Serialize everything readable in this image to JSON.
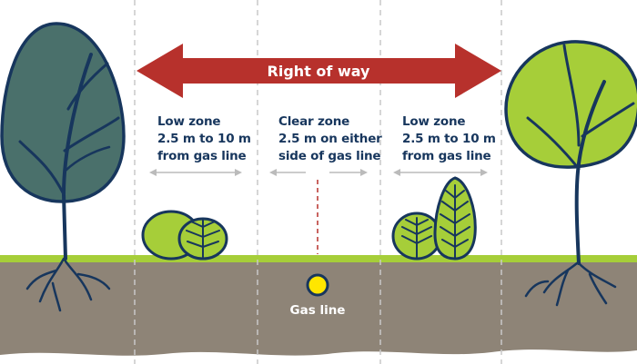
{
  "arrow": {
    "label": "Right of way"
  },
  "zones": {
    "left": {
      "lines": [
        "Low zone",
        "2.5 m to 10 m",
        "from gas line"
      ]
    },
    "middle": {
      "lines": [
        "Clear zone",
        "2.5 m on either",
        "side of gas line"
      ]
    },
    "right": {
      "lines": [
        "Low zone",
        "2.5 m to 10 m",
        "from gas line"
      ]
    }
  },
  "gas_line": {
    "label": "Gas line"
  },
  "colors": {
    "arrow_red": "#b7312c",
    "navy": "#17365d",
    "grass": "#a6ce39",
    "soil": "#8e8477",
    "light_green": "#a6ce39",
    "dark_tree": "#4a706b",
    "gas_yellow": "#ffe600",
    "dim_arrow": "#bbbbbb"
  }
}
